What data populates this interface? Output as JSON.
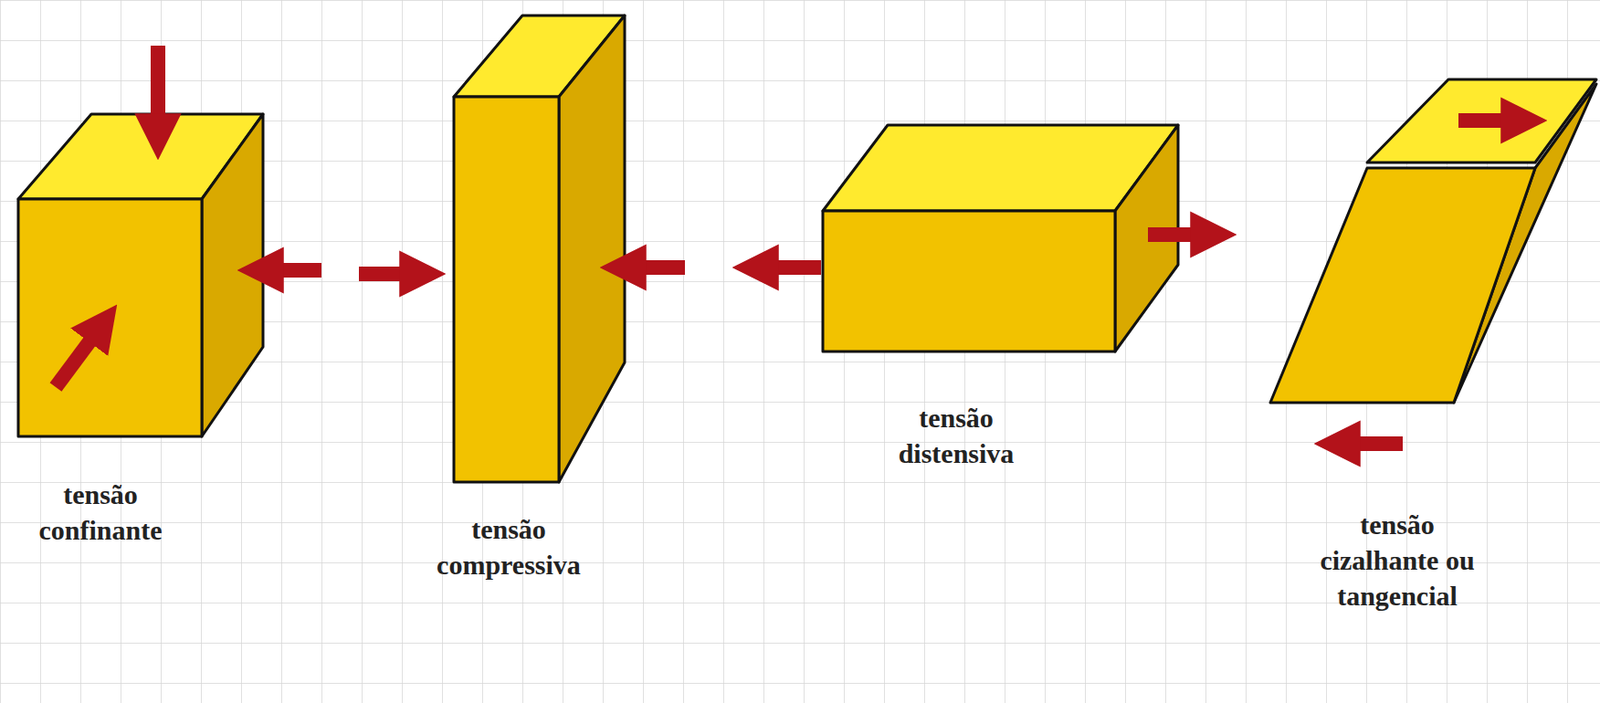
{
  "diagram": {
    "labels": [
      "tensão confinante",
      "tensão compressiva",
      "tensão distensiva",
      "tensão cizalhante ou tangencial"
    ]
  }
}
